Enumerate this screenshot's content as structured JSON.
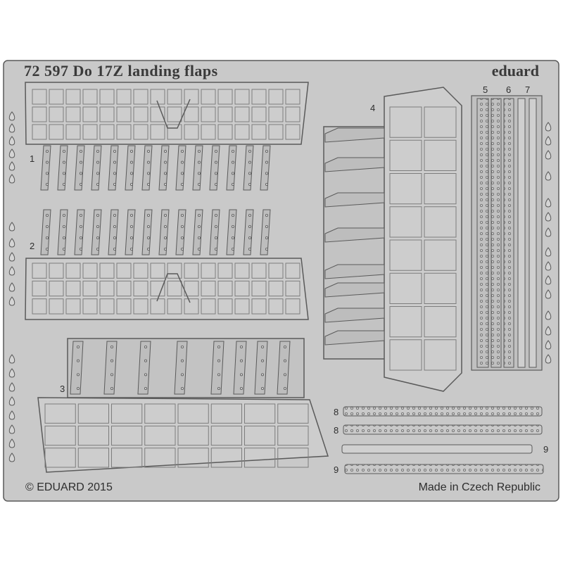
{
  "sheet": {
    "title": "72 597  Do 17Z landing flaps",
    "brand": "eduard",
    "copyright": "© EDUARD 2015",
    "origin": "Made in Czech Republic",
    "part_numbers": [
      "1",
      "2",
      "3",
      "4",
      "5",
      "6",
      "7",
      "8",
      "8",
      "9",
      "9"
    ]
  },
  "colors": {
    "fret_fill": "#c9c9c9",
    "fret_edge": "#5a5a5a",
    "etch_line": "#7d7d7d",
    "background": "#ffffff"
  }
}
